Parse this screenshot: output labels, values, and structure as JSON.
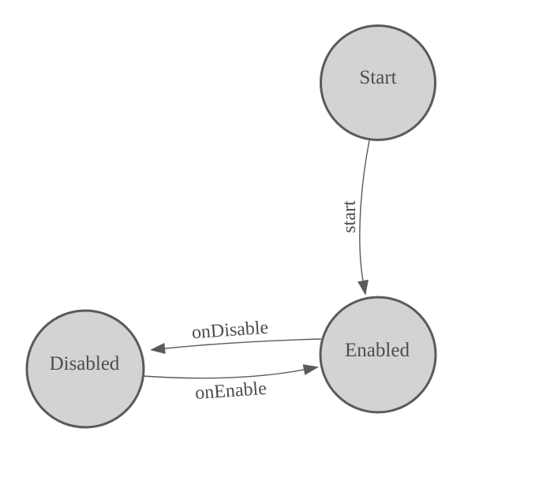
{
  "diagram": {
    "type": "state-machine",
    "background": "#ffffff",
    "colors": {
      "node_fill": "#d3d3d3",
      "node_stroke": "#5a5a5a",
      "edge_stroke": "#5a5a5a",
      "arrow_fill": "#5a5a5a",
      "text": "#4d4d4d"
    },
    "nodes": [
      {
        "id": "start",
        "label": "Start"
      },
      {
        "id": "enabled",
        "label": "Enabled"
      },
      {
        "id": "disabled",
        "label": "Disabled"
      }
    ],
    "edges": [
      {
        "id": "start",
        "label": "start",
        "from": "start",
        "to": "enabled"
      },
      {
        "id": "onDisable",
        "label": "onDisable",
        "from": "enabled",
        "to": "disabled"
      },
      {
        "id": "onEnable",
        "label": "onEnable",
        "from": "disabled",
        "to": "enabled"
      }
    ]
  }
}
